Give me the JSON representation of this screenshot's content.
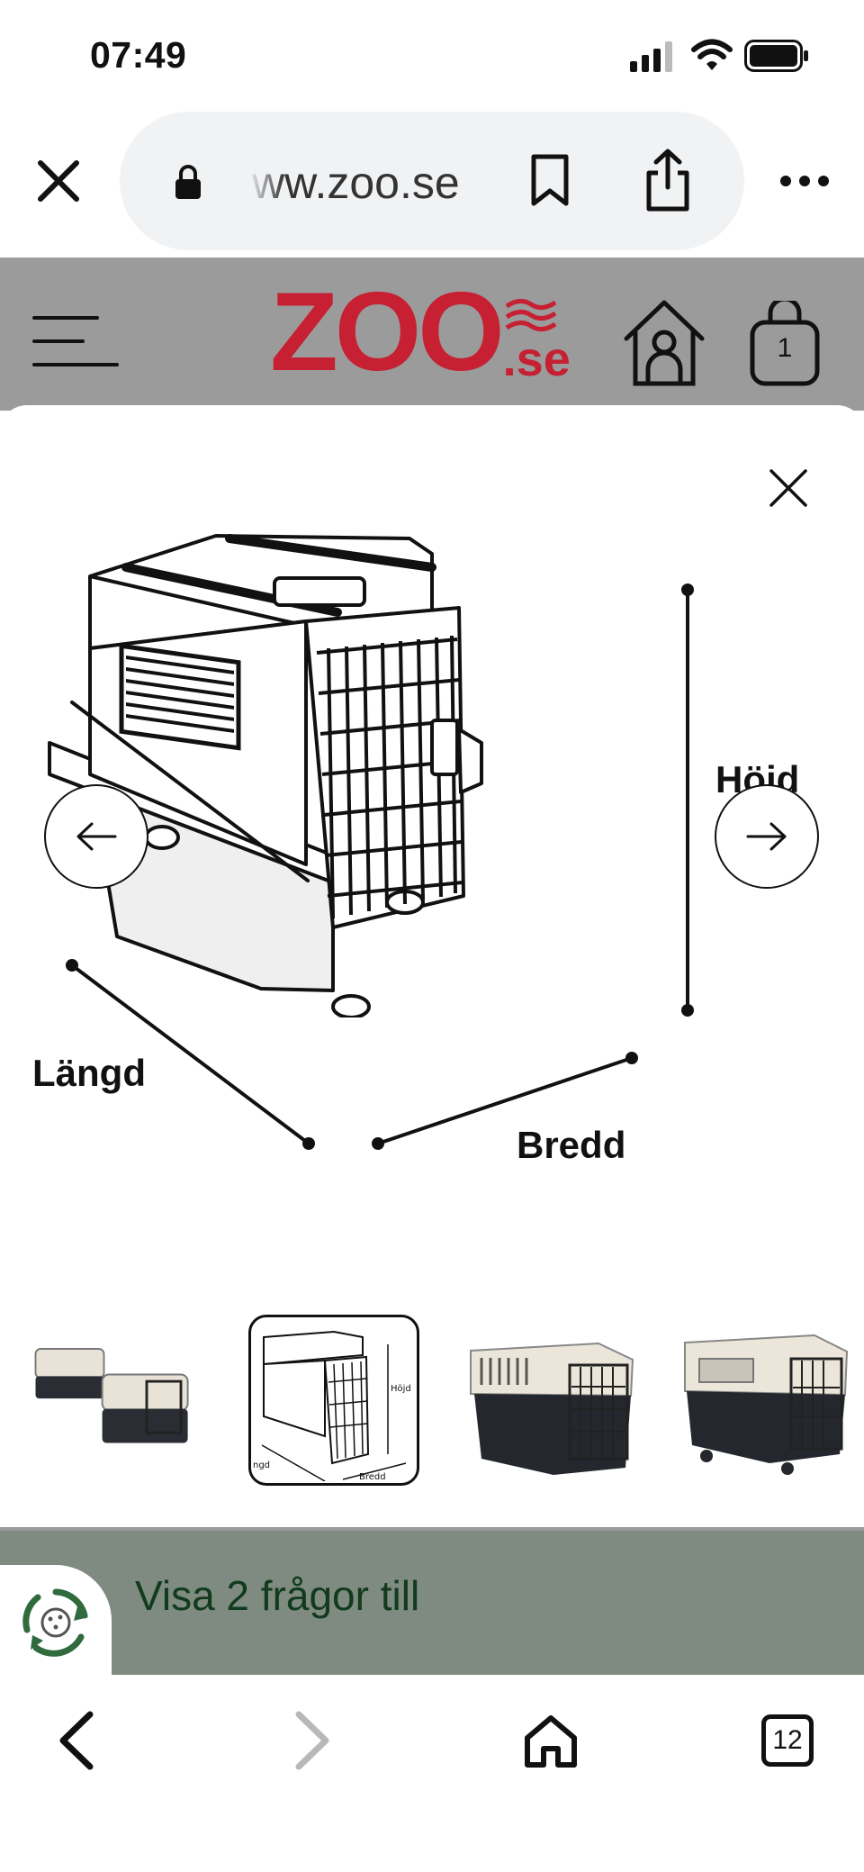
{
  "status_bar": {
    "time": "07:49"
  },
  "browser": {
    "url": "ww.zoo.se"
  },
  "site": {
    "logo_main": "ZOO",
    "logo_suffix": ".se",
    "cart_count": "1"
  },
  "modal": {
    "dimension_labels": {
      "height": "Höjd",
      "length": "Längd",
      "width": "Bredd"
    },
    "thumbnails": [
      {
        "name": "thumb-two-carriers"
      },
      {
        "name": "thumb-diagram",
        "label_height": "Höjd",
        "label_length": "ngd",
        "label_width": "Bredd",
        "active": true
      },
      {
        "name": "thumb-carrier-front"
      },
      {
        "name": "thumb-carrier-angle"
      }
    ]
  },
  "below_modal": {
    "cta_text": "Visa 2 frågor till"
  },
  "toolbar": {
    "tabs_count": "12"
  },
  "colors": {
    "brand_red": "#c62032",
    "cta_green": "#113b1c",
    "dim_overlay": "#9b9b9b"
  }
}
